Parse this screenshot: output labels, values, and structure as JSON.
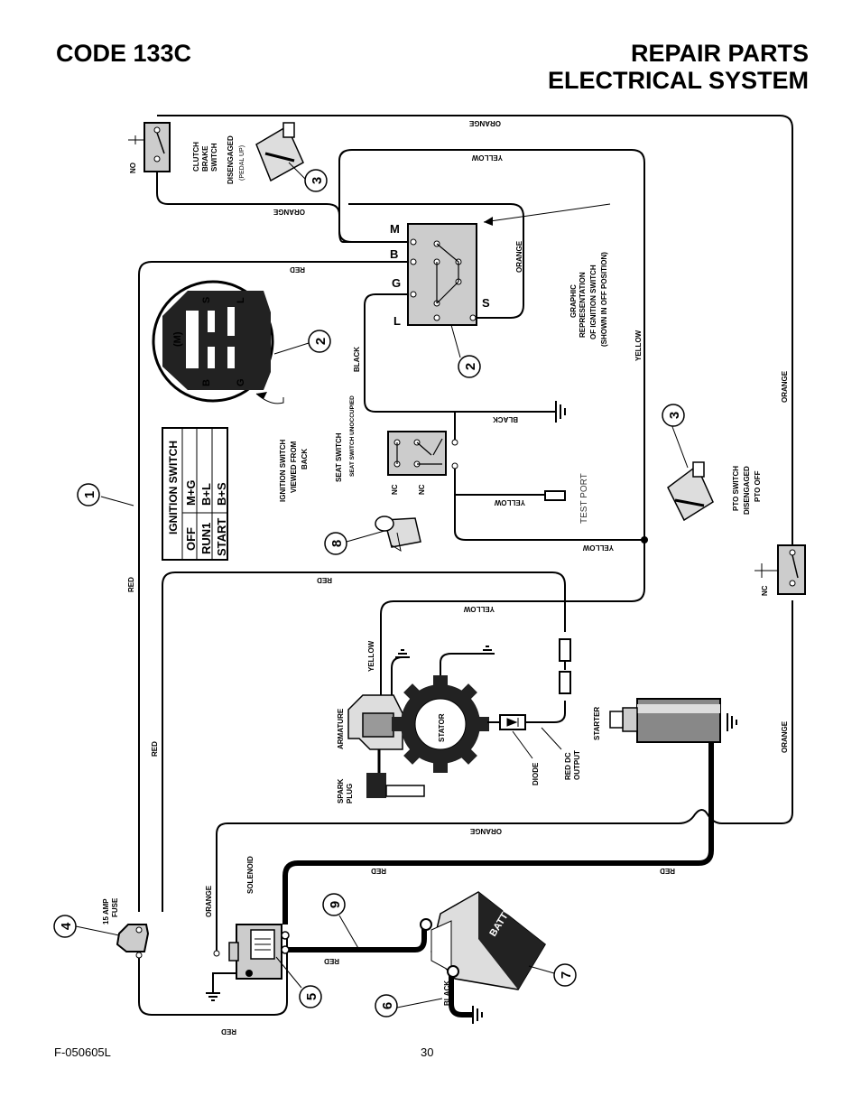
{
  "header": {
    "code": "CODE 133C",
    "title_line1": "REPAIR PARTS",
    "title_line2": "ELECTRICAL SYSTEM"
  },
  "footer": {
    "figure_number": "F-050605L",
    "page_number": "30"
  },
  "ignition_table": {
    "title": "IGNITION SWITCH",
    "rows": [
      {
        "position": "OFF",
        "contacts": "M+G"
      },
      {
        "position": "RUN1",
        "contacts": "B+L"
      },
      {
        "position": "START",
        "contacts": "B+S"
      }
    ]
  },
  "switch_face": {
    "terminals": [
      "(M)",
      "S",
      "L",
      "B",
      "G"
    ]
  },
  "ignition_terminals": {
    "m": "M",
    "b": "B",
    "g": "G",
    "l": "L",
    "s": "S"
  },
  "components": {
    "clutch_brake_switch": [
      "CLUTCH",
      "BRAKE",
      "SWITCH",
      "DISENGAGED",
      "(PEDAL UP)"
    ],
    "graphic_representation": [
      "GRAPHIC",
      "REPRESENTATION",
      "OF IGNITION SWITCH",
      "(SHOWN IN OFF POSITION)"
    ],
    "ignition_switch_back": [
      "IGNITION SWITCH",
      "VIEWED FROM",
      "BACK"
    ],
    "seat_switch": "SEAT SWITCH",
    "seat_switch_state": "SEAT SWITCH UNOCCUPIED",
    "test_port": "TEST PORT",
    "pto_switch": [
      "PTO SWITCH",
      "DISENGAGED",
      "PTO OFF"
    ],
    "armature": "ARMATURE",
    "stator": "STATOR",
    "spark_plug": [
      "SPARK",
      "PLUG"
    ],
    "diode": "DIODE",
    "red_dc_output": [
      "RED DC",
      "OUTPUT"
    ],
    "starter": "STARTER",
    "solenoid": "SOLENOID",
    "fuse": [
      "15 AMP",
      "FUSE"
    ],
    "battery": "BATTERY"
  },
  "wire_labels": {
    "orange": "ORANGE",
    "yellow": "YELLOW",
    "red": "RED",
    "black": "BLACK",
    "no": "NO",
    "nc": "NC"
  },
  "callouts": [
    "1",
    "2",
    "2",
    "3",
    "3",
    "4",
    "5",
    "6",
    "7",
    "8",
    "9"
  ]
}
